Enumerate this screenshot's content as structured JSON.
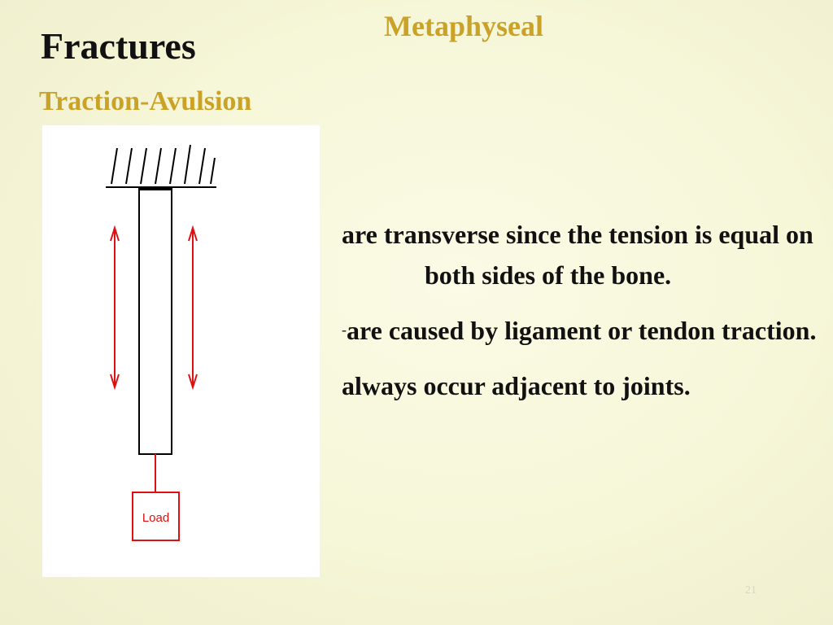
{
  "slide": {
    "title": "Fractures",
    "subtitle": "Traction-Avulsion",
    "heading_right": "Metaphyseal",
    "accent_color": "#c9a227",
    "diagram": {
      "load_label": "Load",
      "line_color": "#000000",
      "arrow_color": "#dd1111",
      "load_box_color": "#dd1111"
    },
    "bullets": [
      {
        "prefix": "",
        "text": "are transverse since the tension is equal on both sides of the bone."
      },
      {
        "prefix": "-",
        "text": "are caused by ligament or tendon traction."
      },
      {
        "prefix": "",
        "text": "always occur adjacent to joints."
      }
    ],
    "page_number": "21"
  }
}
